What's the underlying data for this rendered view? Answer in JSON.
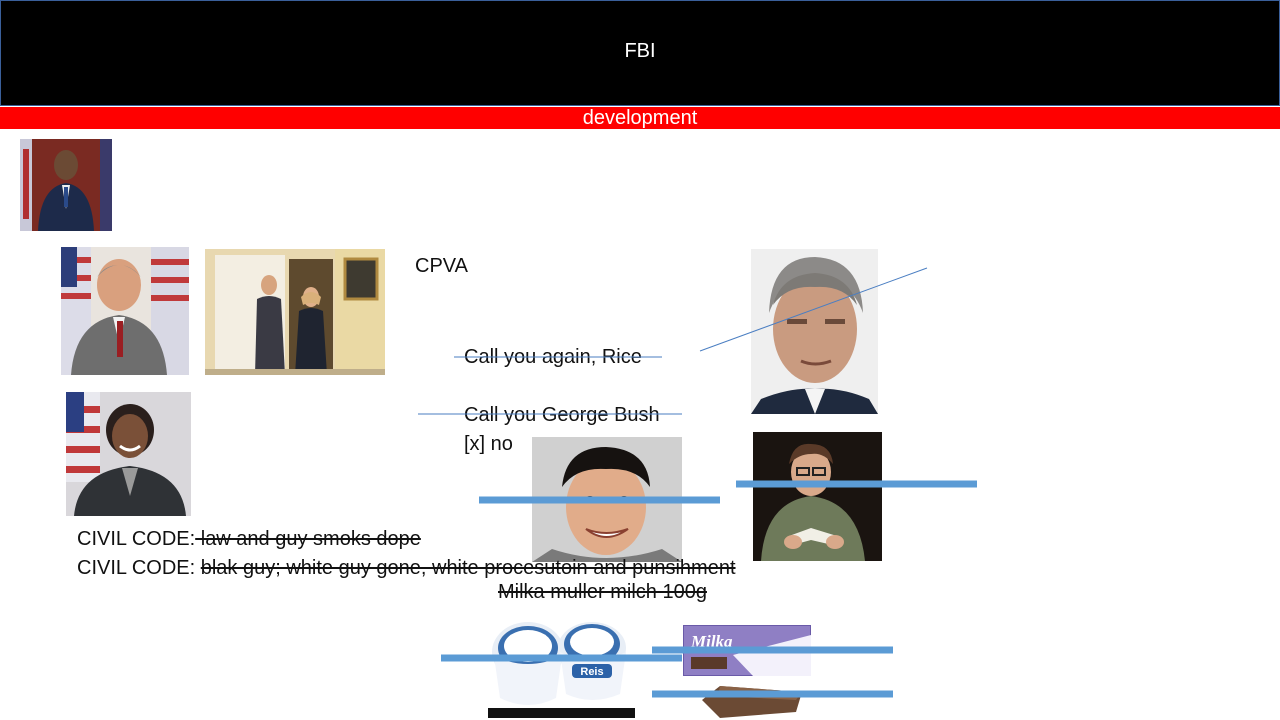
{
  "slide": {
    "title": "FBI",
    "subtitle": "development",
    "cpva": "CPVA",
    "call_rice": "Call you again, Rice",
    "call_bush": "Call you George Bush",
    "x_no": "[x] no",
    "civil_code_1_prefix": "CIVIL CODE:",
    "civil_code_1_struck": " law and guy smoks dope",
    "civil_code_2_prefix": "CIVIL CODE: ",
    "civil_code_2_struck": "blak guy; white guy gone, white procesutoin and punsihment",
    "milka_caption": "Milka muller milch 100g",
    "milka_brand": "Milka",
    "reis_brand": "Reis"
  },
  "colors": {
    "title_bar": "#000000",
    "subtitle_bar": "#ff0000",
    "strike_line": "#5b9bd5"
  }
}
